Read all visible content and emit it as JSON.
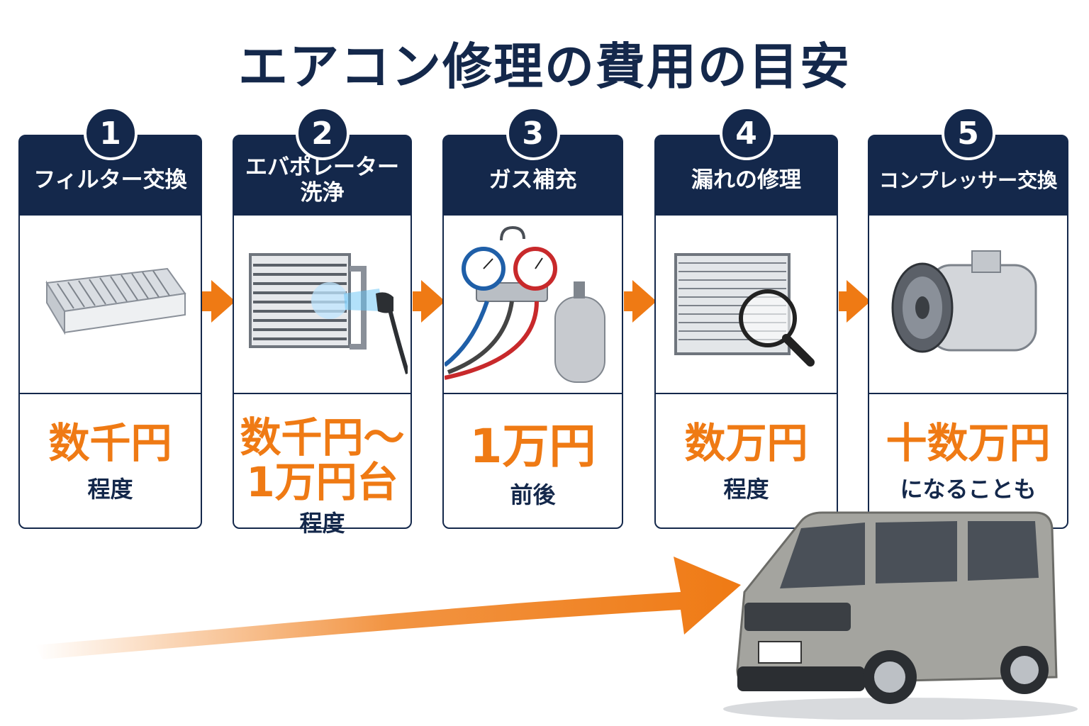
{
  "title": "エアコン修理の費用の目安",
  "accent_color": "#ef7a14",
  "navy_color": "#14284b",
  "steps": [
    {
      "number": "1",
      "heading": "フィルター交換",
      "price_main": "数千円",
      "price_sub": "程度",
      "illustration": "cabin-filter"
    },
    {
      "number": "2",
      "heading": "エバポレーター\n洗浄",
      "price_main": "数千円～\n1万円台",
      "price_sub": "程度",
      "illustration": "evaporator-spray"
    },
    {
      "number": "3",
      "heading": "ガス補充",
      "price_main": "1万円",
      "price_sub": "前後",
      "illustration": "gauge-manifold-and-gas-cylinder"
    },
    {
      "number": "4",
      "heading": "漏れの修理",
      "price_main": "数万円",
      "price_sub": "程度",
      "illustration": "condenser-with-magnifier"
    },
    {
      "number": "5",
      "heading": "コンプレッサー交換",
      "price_main": "十数万円",
      "price_sub": "になることも",
      "illustration": "ac-compressor"
    }
  ],
  "footer_graphic": [
    "rising-arrow",
    "silver-kei-car"
  ]
}
